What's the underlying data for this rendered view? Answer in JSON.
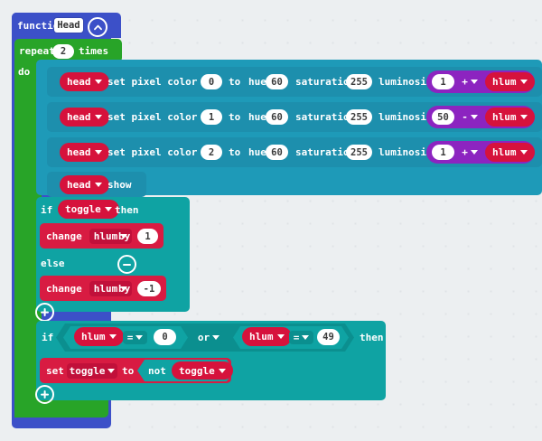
{
  "editor": {
    "name": "makecode-block-editor",
    "background_color": "#eceff1",
    "grid": "dot-grid"
  },
  "palette": {
    "function_blue": "#3c50c8",
    "loop_green": "#28a428",
    "light_blue": "#1e9ab8",
    "logic_teal": "#0fa3a3",
    "variable_red": "#d6123c",
    "math_purple": "#8c24c0",
    "field_white": "#ffffff"
  },
  "program": {
    "function": {
      "keyword": "function",
      "name_value": "Head",
      "collapse_icon": "chevron-up-circle-icon"
    },
    "repeat": {
      "keyword": "repeat",
      "count": "2",
      "times_label": "times",
      "do_label": "do"
    },
    "pixel_rows": [
      {
        "target": "head",
        "text_set": "set pixel color at",
        "index": "0",
        "to_label": "to",
        "hue_label": "hue",
        "hue": "60",
        "saturation_label": "saturation",
        "saturation": "255",
        "luminosity_label": "luminosity",
        "operand_a": "1",
        "operator": "+",
        "operand_b": "hlum"
      },
      {
        "target": "head",
        "text_set": "set pixel color at",
        "index": "1",
        "to_label": "to",
        "hue_label": "hue",
        "hue": "60",
        "saturation_label": "saturation",
        "saturation": "255",
        "luminosity_label": "luminosity",
        "operand_a": "50",
        "operator": "-",
        "operand_b": "hlum"
      },
      {
        "target": "head",
        "text_set": "set pixel color at",
        "index": "2",
        "to_label": "to",
        "hue_label": "hue",
        "hue": "60",
        "saturation_label": "saturation",
        "saturation": "255",
        "luminosity_label": "luminosity",
        "operand_a": "1",
        "operator": "+",
        "operand_b": "hlum"
      }
    ],
    "show_block": {
      "target": "head",
      "action": "show"
    },
    "if_toggle": {
      "if_label": "if",
      "condition_var": "toggle",
      "then_label": "then",
      "then_body": {
        "keyword": "change",
        "variable": "hlum",
        "by_label": "by",
        "amount": "1"
      },
      "else_label": "else",
      "else_collapse_icon": "minus-circle-icon",
      "else_body": {
        "keyword": "change",
        "variable": "hlum",
        "by_label": "by",
        "amount": "-1"
      },
      "expand_icon": "plus-circle-icon"
    },
    "if_bounds": {
      "if_label": "if",
      "left_var": "hlum",
      "left_op": "=",
      "left_value": "0",
      "join_op": "or",
      "right_var": "hlum",
      "right_op": "=",
      "right_value": "49",
      "then_label": "then",
      "body": {
        "keyword": "set",
        "variable": "toggle",
        "to_label": "to",
        "not_label": "not",
        "not_operand": "toggle"
      },
      "expand_icon": "plus-circle-icon"
    }
  }
}
